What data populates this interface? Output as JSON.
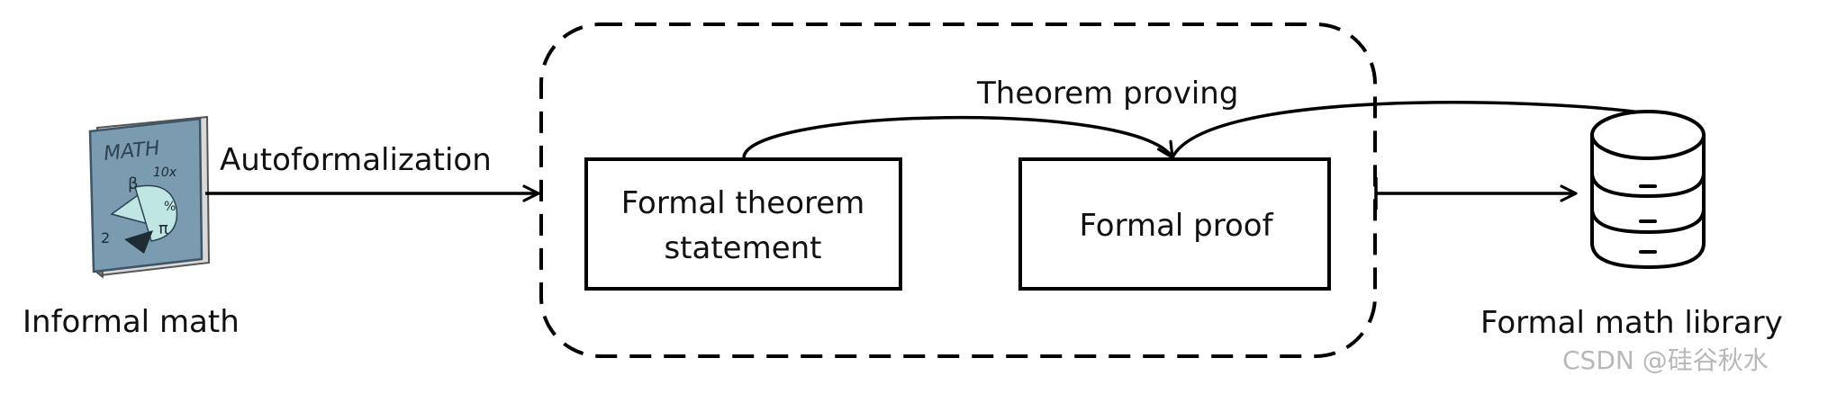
{
  "diagram": {
    "left_label": "Informal math",
    "book_cover_title": "MATH",
    "book_symbols": [
      "β",
      "10x",
      "%",
      "π",
      "2"
    ],
    "autoformalization_label": "Autoformalization",
    "theorem_proving_label": "Theorem proving",
    "formal_theorem_line1": "Formal theorem",
    "formal_theorem_line2": "statement",
    "formal_proof_label": "Formal proof",
    "right_label": "Formal math library",
    "watermark": "CSDN @硅谷秋水"
  },
  "colors": {
    "stroke": "#000000",
    "book_cover": "#7a9bb0",
    "book_pages": "#d9d9d9",
    "book_art": "#bfe6e2",
    "watermark": "#b8b8b8"
  }
}
